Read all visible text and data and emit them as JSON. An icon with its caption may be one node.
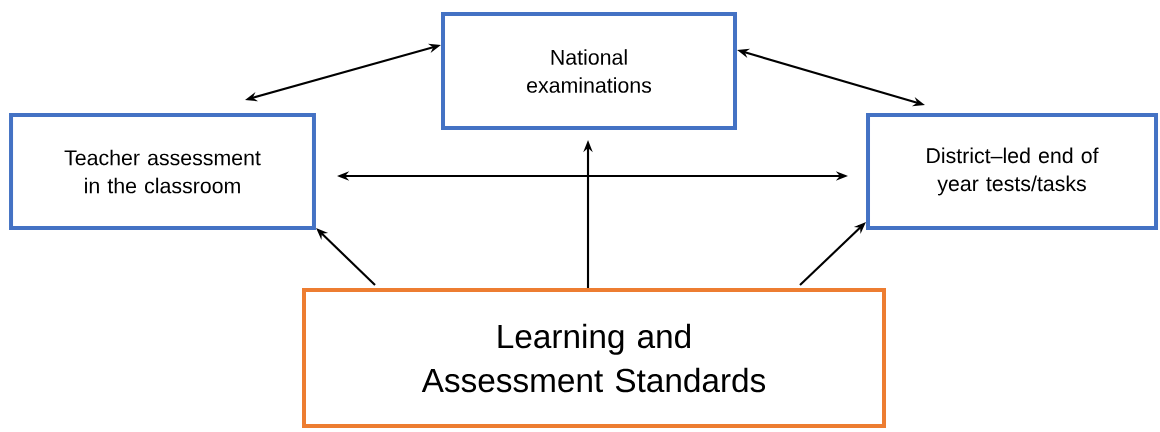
{
  "diagram": {
    "nodes": [
      {
        "text": [
          "National examinations"
        ]
      },
      {
        "text": [
          "Teacher assessment in the classroom"
        ]
      },
      {
        "text": [
          "District–led end of year tests/tasks"
        ]
      },
      {
        "text": [
          "Learning and Assessment Standards"
        ]
      }
    ],
    "edges": [
      {
        "from": 0,
        "to": 1,
        "arrow": "both"
      },
      {
        "from": 0,
        "to": 2,
        "arrow": "both"
      },
      {
        "from": 1,
        "to": 2,
        "arrow": "both"
      },
      {
        "from": 3,
        "to": 0,
        "arrow": "to"
      },
      {
        "from": 3,
        "to": 1,
        "arrow": "to"
      },
      {
        "from": 3,
        "to": 2,
        "arrow": "to"
      }
    ]
  }
}
